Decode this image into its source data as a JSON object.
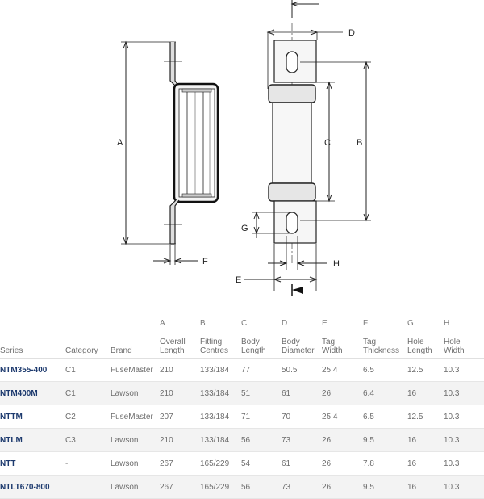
{
  "drawing": {
    "dimension_labels": {
      "a": "A",
      "b": "B",
      "c": "C",
      "d": "D",
      "e": "E",
      "f": "F",
      "g": "G",
      "h": "H"
    }
  },
  "table": {
    "column_letters": [
      "",
      "",
      "",
      "A",
      "B",
      "C",
      "D",
      "E",
      "F",
      "G",
      "H"
    ],
    "headers": [
      [
        "Series"
      ],
      [
        "Category"
      ],
      [
        "Brand"
      ],
      [
        "Overall",
        "Length"
      ],
      [
        "Fitting",
        "Centres"
      ],
      [
        "Body",
        "Length"
      ],
      [
        "Body",
        "Diameter"
      ],
      [
        "Tag",
        "Width"
      ],
      [
        "Tag",
        "Thickness"
      ],
      [
        "Hole",
        "Length"
      ],
      [
        "Hole",
        "Width"
      ]
    ],
    "rows": [
      [
        "NTM355-400",
        "C1",
        "FuseMaster",
        "210",
        "133/184",
        "77",
        "50.5",
        "25.4",
        "6.5",
        "12.5",
        "10.3"
      ],
      [
        "NTM400M",
        "C1",
        "Lawson",
        "210",
        "133/184",
        "51",
        "61",
        "26",
        "6.4",
        "16",
        "10.3"
      ],
      [
        "NTTM",
        "C2",
        "FuseMaster",
        "207",
        "133/184",
        "71",
        "70",
        "25.4",
        "6.5",
        "12.5",
        "10.3"
      ],
      [
        "NTLM",
        "C3",
        "Lawson",
        "210",
        "133/184",
        "56",
        "73",
        "26",
        "9.5",
        "16",
        "10.3"
      ],
      [
        "NTT",
        "-",
        "Lawson",
        "267",
        "165/229",
        "54",
        "61",
        "26",
        "7.8",
        "16",
        "10.3"
      ],
      [
        "NTLT670-800",
        "",
        "Lawson",
        "267",
        "165/229",
        "56",
        "73",
        "26",
        "9.5",
        "16",
        "10.3"
      ]
    ]
  }
}
